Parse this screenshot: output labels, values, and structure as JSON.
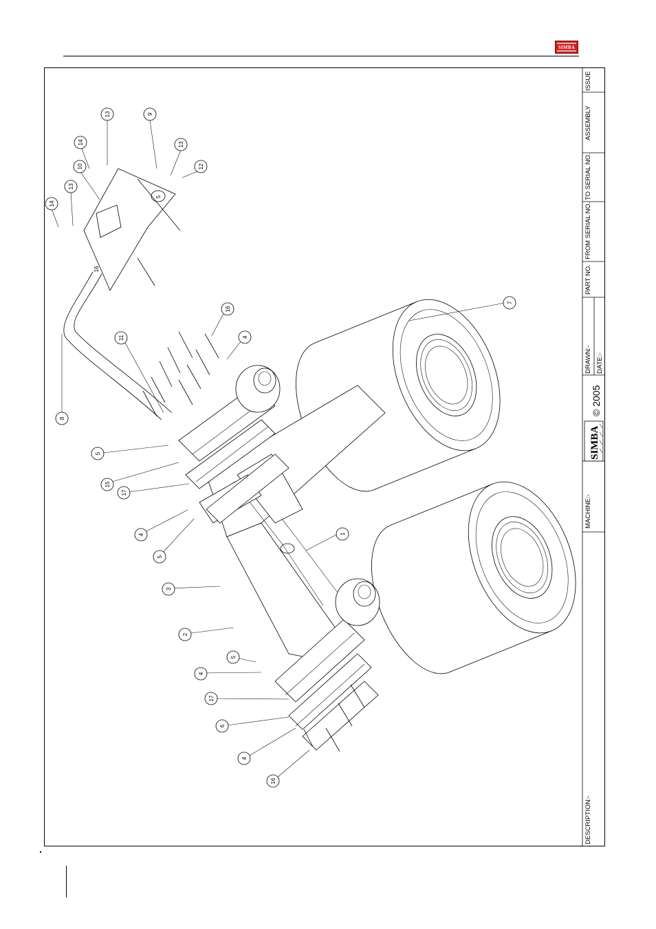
{
  "header": {
    "brand_logo_text": "SIMBA"
  },
  "title_block": {
    "issue_label": "ISSUE",
    "assembly_label": "ASSEMBLY",
    "to_serial_label": "TO SERIAL NO.",
    "from_serial_label": "FROM SERIAL NO.",
    "part_no_label": "PART NO.",
    "drawn_label": "DRAWN:-",
    "date_label": "DATE:-",
    "copyright": "© 2005",
    "company_logo_text": "SIMBA",
    "machine_label": "MACHINE:-",
    "description_label": "DESCRIPTION:-"
  },
  "callouts": [
    "1",
    "2",
    "3",
    "4",
    "4",
    "4",
    "4",
    "5",
    "5",
    "5",
    "5",
    "6",
    "7",
    "8",
    "9",
    "10",
    "11",
    "12",
    "13",
    "13",
    "13",
    "14",
    "14",
    "15",
    "16",
    "16",
    "16",
    "17",
    "17"
  ]
}
